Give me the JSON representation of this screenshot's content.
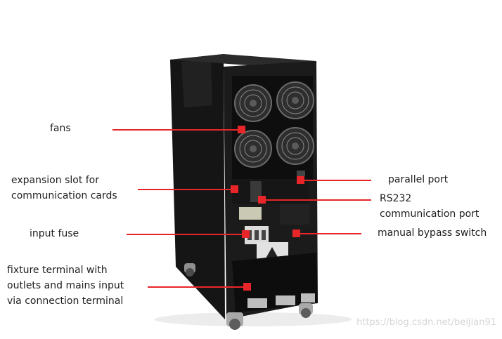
{
  "colors": {
    "leader": "#e8262a",
    "cabinet": "#1a1a1a",
    "panel": "#111111"
  },
  "labels": {
    "fans": "fans",
    "expansion_line1": "expansion slot for",
    "expansion_line2": "communication cards",
    "input_fuse": "input fuse",
    "fixture_line1": "fixture terminal with",
    "fixture_line2": "outlets and mains input",
    "fixture_line3": "via connection terminal",
    "parallel_port": "parallel port",
    "rs232_line1": "RS232",
    "rs232_line2": "communication port",
    "manual_bypass": "manual bypass switch"
  },
  "watermark": "https://blog.csdn.net/beijian91"
}
